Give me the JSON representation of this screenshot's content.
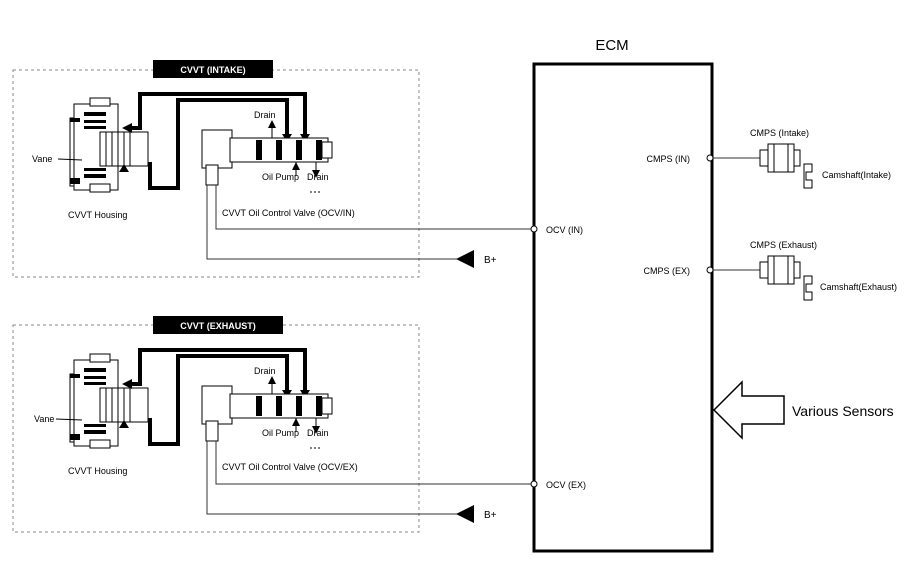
{
  "ecm": {
    "title": "ECM",
    "pins": {
      "ocv_in": "OCV (IN)",
      "ocv_ex": "OCV (EX)",
      "cmps_in": "CMPS (IN)",
      "cmps_ex": "CMPS (EX)"
    }
  },
  "intake": {
    "title": "CVVT (INTAKE)",
    "vane": "Vane",
    "housing": "CVVT Housing",
    "drain_top": "Drain",
    "oil_pump": "Oil Pump",
    "drain_bottom": "Drain",
    "valve": "CVVT Oil Control Valve (OCV/IN)",
    "supply": "B+"
  },
  "exhaust": {
    "title": "CVVT (EXHAUST)",
    "vane": "Vane",
    "housing": "CVVT Housing",
    "drain_top": "Drain",
    "oil_pump": "Oil Pump",
    "drain_bottom": "Drain",
    "valve": "CVVT Oil Control Valve (OCV/EX)",
    "supply": "B+"
  },
  "sensors": {
    "cmps_intake": "CMPS (Intake)",
    "camshaft_intake": "Camshaft(Intake)",
    "cmps_exhaust": "CMPS (Exhaust)",
    "camshaft_exhaust": "Camshaft(Exhaust)",
    "various": "Various Sensors"
  }
}
